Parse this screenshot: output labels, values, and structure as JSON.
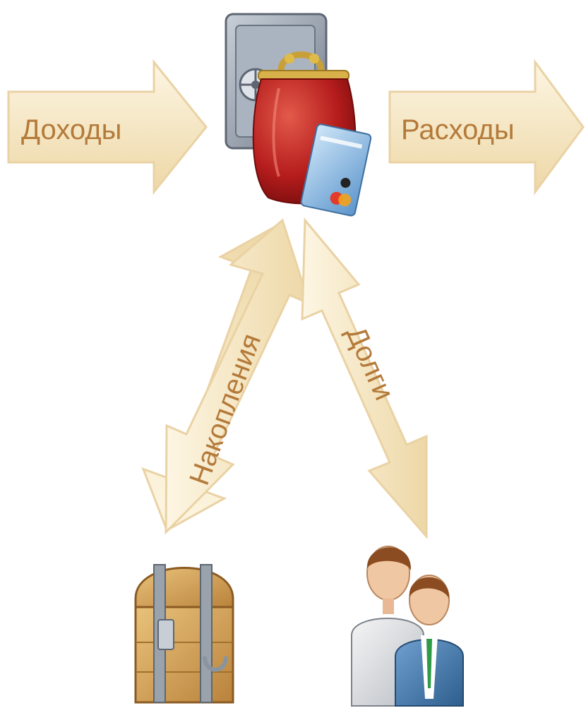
{
  "labels": {
    "income": "Доходы",
    "expenses": "Расходы",
    "savings": "Накопления",
    "debts": "Долги"
  },
  "icons": {
    "safe": "safe-icon",
    "purse": "purse-icon",
    "card": "credit-card-icon",
    "chest": "treasure-chest-icon",
    "people": "people-icon"
  },
  "colors": {
    "arrow_fill_light": "#fdf6e3",
    "arrow_fill_dark": "#edd7a6",
    "arrow_stroke": "#ead2a4",
    "label_text": "#b47a3a",
    "purse_red": "#b51c1c",
    "safe_gray": "#8f9aa8",
    "card_blue": "#7fb3df",
    "chest_wood": "#cfa15a",
    "person_skin": "#f0c7a3",
    "person_hair": "#8b4c21",
    "suit_blue": "#3f74a6"
  }
}
